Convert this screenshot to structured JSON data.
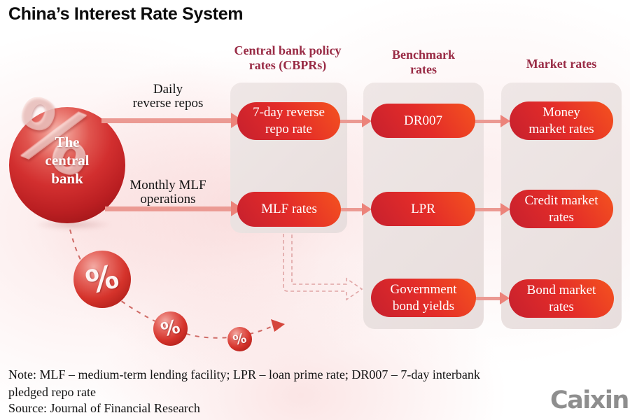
{
  "title": "China’s Interest Rate System",
  "columns": [
    {
      "header": "Central bank policy\nrates (CBPRs)"
    },
    {
      "header": "Benchmark\nrates"
    },
    {
      "header": "Market rates"
    }
  ],
  "central_bank": {
    "label": "The\ncentral\nbank",
    "percent_symbol": "%"
  },
  "flow_labels": {
    "daily": "Daily\nreverse repos",
    "monthly": "Monthly MLF\noperations"
  },
  "nodes": {
    "reverse_repo": "7-day reverse\nrepo rate",
    "dr007": "DR007",
    "money_market": "Money\nmarket rates",
    "mlf": "MLF rates",
    "lpr": "LPR",
    "credit_market": "Credit market\nrates",
    "gov_bond": "Government\nbond yields",
    "bond_market": "Bond market\nrates"
  },
  "decor": {
    "percent_1": "%",
    "percent_2": "%",
    "percent_3": "%"
  },
  "footer": {
    "note_line1": "Note: MLF – medium-term lending facility; LPR – loan prime rate; DR007 – 7-day interbank",
    "note_line2": "pledged repo rate",
    "source": "Source: Journal of Financial Research",
    "logo_text": "Caixin"
  },
  "colors": {
    "pill_gradient_start": "#c6202e",
    "pill_gradient_end": "#f7591d",
    "header_text": "#992b45",
    "arrow_shaft": "#eb9a93",
    "arrow_head": "#ec837a",
    "panel_bg": "#ebe2e1",
    "dashed_outline": "#e0a5a5",
    "dashed_curve": "#cf6b66",
    "logo_gray": "#8e8e8e"
  }
}
